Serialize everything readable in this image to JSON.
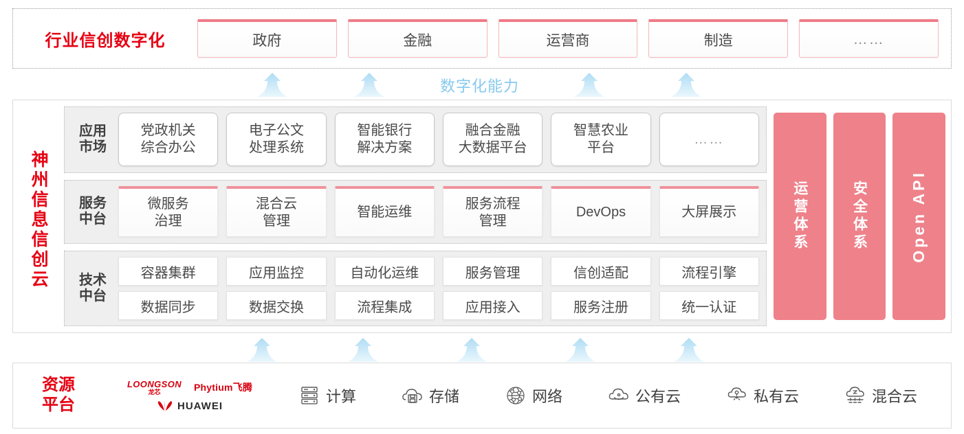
{
  "industry": {
    "title": "行业信创数字化",
    "cards": [
      {
        "label": "政府"
      },
      {
        "label": "金融"
      },
      {
        "label": "运营商"
      },
      {
        "label": "制造"
      },
      {
        "label": "……"
      }
    ]
  },
  "capability": {
    "label": "数字化能力",
    "arrow_count_top": 4,
    "arrow_count_bottom": 5
  },
  "cloud": {
    "title": "神州信息信创云",
    "layers": [
      {
        "key": "app",
        "label": "应用\n市场",
        "label_line1": "应用",
        "label_line2": "市场",
        "cells": [
          {
            "line1": "党政机关",
            "line2": "综合办公"
          },
          {
            "line1": "电子公文",
            "line2": "处理系统"
          },
          {
            "line1": "智能银行",
            "line2": "解决方案"
          },
          {
            "line1": "融合金融",
            "line2": "大数据平台"
          },
          {
            "line1": "智慧农业",
            "line2": "平台"
          },
          {
            "line1": "……",
            "line2": ""
          }
        ]
      },
      {
        "key": "service",
        "label_line1": "服务",
        "label_line2": "中台",
        "cells": [
          {
            "line1": "微服务",
            "line2": "治理"
          },
          {
            "line1": "混合云",
            "line2": "管理"
          },
          {
            "line1": "智能运维",
            "line2": ""
          },
          {
            "line1": "服务流程",
            "line2": "管理"
          },
          {
            "line1": "DevOps",
            "line2": ""
          },
          {
            "line1": "大屏展示",
            "line2": ""
          }
        ]
      },
      {
        "key": "tech",
        "label_line1": "技术",
        "label_line2": "中台",
        "row1": [
          "容器集群",
          "应用监控",
          "自动化运维",
          "服务管理",
          "信创适配",
          "流程引擎"
        ],
        "row2": [
          "数据同步",
          "数据交换",
          "流程集成",
          "应用接入",
          "服务注册",
          "统一认证"
        ]
      }
    ],
    "pillars": [
      {
        "label": "运营体系",
        "type": "cn"
      },
      {
        "label": "安全体系",
        "type": "cn"
      },
      {
        "label": "Open API",
        "type": "en"
      }
    ]
  },
  "resource": {
    "title_line1": "资源",
    "title_line2": "平台",
    "vendors": [
      {
        "name": "LOONGSON",
        "cn": "龙芯",
        "icon": "loongson-logo"
      },
      {
        "name": "Phytium飞腾",
        "icon": "phytium-logo"
      },
      {
        "name": "HUAWEI",
        "icon": "huawei-logo"
      }
    ],
    "items": [
      {
        "label": "计算",
        "icon": "server-icon"
      },
      {
        "label": "存储",
        "icon": "cloud-storage-icon"
      },
      {
        "label": "网络",
        "icon": "network-icon"
      },
      {
        "label": "公有云",
        "icon": "public-cloud-icon"
      },
      {
        "label": "私有云",
        "icon": "private-cloud-icon"
      },
      {
        "label": "混合云",
        "icon": "hybrid-cloud-icon"
      }
    ]
  },
  "colors": {
    "brand_red": "#e60012",
    "pink": "#ee818a",
    "card_top_border": "#ef7b86",
    "arrow_blue": "#bfe1f5",
    "capability_text": "#87c9ee",
    "layer_bg": "#efefef"
  }
}
